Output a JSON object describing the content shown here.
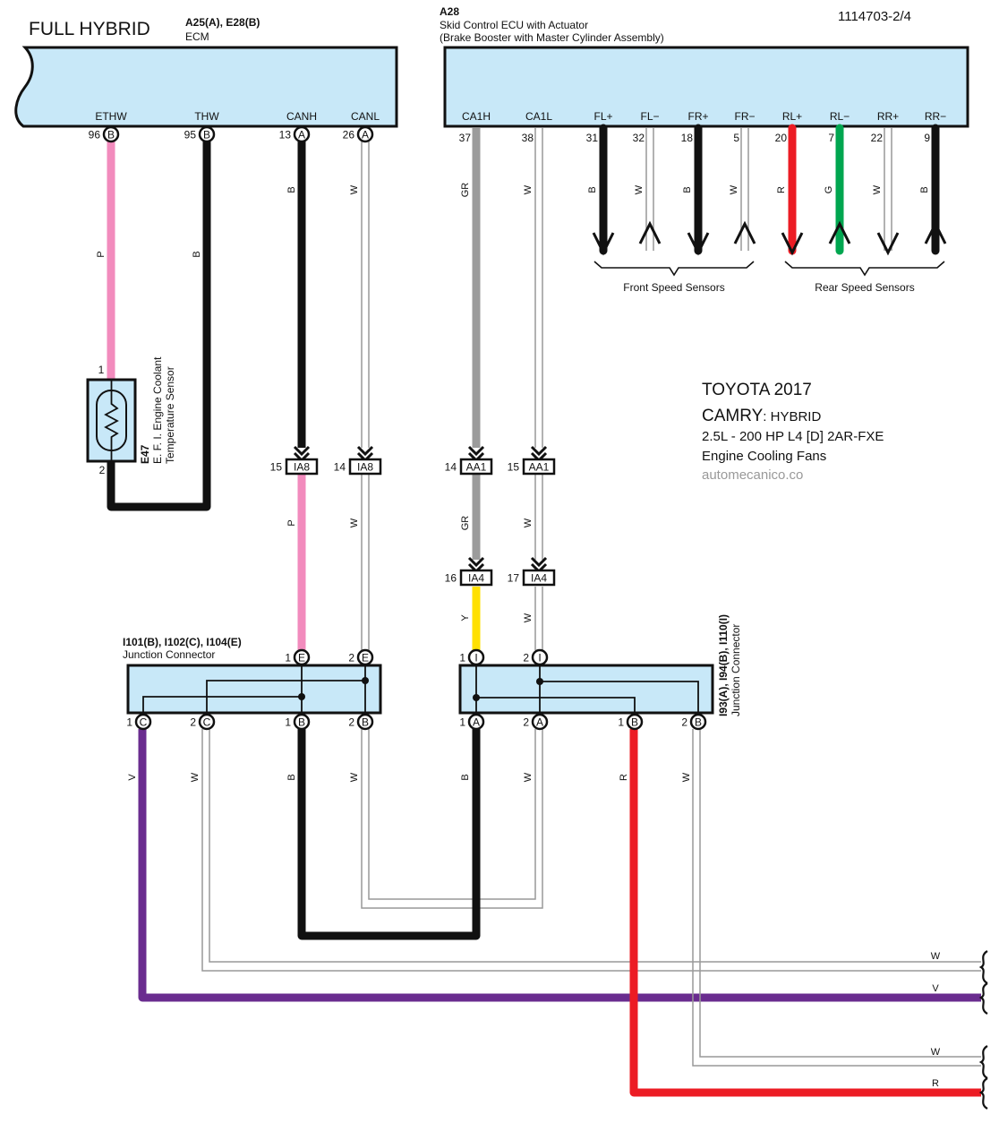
{
  "header": {
    "title": "FULL HYBRID",
    "diagram_id": "1114703-2/4"
  },
  "colors": {
    "component_fill": "#c8e8f8",
    "pink": "#f28bbd",
    "black": "#111111",
    "gray": "#9b9b9b",
    "red": "#ec1c24",
    "green": "#00a650",
    "yellow": "#ffe000",
    "violet": "#6a2c8f",
    "white_wire_edge": "#999999"
  },
  "ecm": {
    "code": "A25(A), E28(B)",
    "name": "ECM",
    "terminals": [
      {
        "name": "ETHW",
        "pin": "96",
        "connector": "B",
        "wire": "P"
      },
      {
        "name": "THW",
        "pin": "95",
        "connector": "B",
        "wire": "B"
      },
      {
        "name": "CANH",
        "pin": "13",
        "connector": "A",
        "wire": "B"
      },
      {
        "name": "CANL",
        "pin": "26",
        "connector": "A",
        "wire": "W"
      }
    ]
  },
  "skid_ecu": {
    "code": "A28",
    "name": "Skid Control ECU with Actuator",
    "subname": "(Brake Booster with Master Cylinder Assembly)",
    "terminals": [
      {
        "name": "CA1H",
        "pin": "37",
        "wire": "GR"
      },
      {
        "name": "CA1L",
        "pin": "38",
        "wire": "W"
      },
      {
        "name": "FL+",
        "pin": "31",
        "wire": "B"
      },
      {
        "name": "FL−",
        "pin": "32",
        "wire": "W"
      },
      {
        "name": "FR+",
        "pin": "18",
        "wire": "B"
      },
      {
        "name": "FR−",
        "pin": "5",
        "wire": "W"
      },
      {
        "name": "RL+",
        "pin": "20",
        "wire": "R"
      },
      {
        "name": "RL−",
        "pin": "7",
        "wire": "G"
      },
      {
        "name": "RR+",
        "pin": "22",
        "wire": "W"
      },
      {
        "name": "RR−",
        "pin": "9",
        "wire": "B"
      }
    ],
    "groups": {
      "front": "Front Speed Sensors",
      "rear": "Rear Speed Sensors"
    }
  },
  "sensor": {
    "code": "E47",
    "name": "E. F. I.  Engine Coolant",
    "name2": "Temperature Sensor",
    "pin_top": "1",
    "pin_bottom": "2"
  },
  "inline_connectors": [
    {
      "pin": "15",
      "id": "IA8"
    },
    {
      "pin": "14",
      "id": "IA8"
    },
    {
      "pin": "14",
      "id": "AA1"
    },
    {
      "pin": "15",
      "id": "AA1"
    },
    {
      "pin": "16",
      "id": "IA4"
    },
    {
      "pin": "17",
      "id": "IA4"
    }
  ],
  "mid_wires": {
    "canh_after_ia8": "P",
    "canl_after_ia8": "W",
    "ca1h_after_aa1": "GR",
    "ca1l_after_aa1": "W",
    "ca1h_after_ia4": "Y",
    "ca1l_after_ia4": "W"
  },
  "junction_left": {
    "code": "I101(B), I102(C), I104(E)",
    "name": "Junction Connector",
    "top_pins": [
      {
        "pin": "1",
        "connector": "E"
      },
      {
        "pin": "2",
        "connector": "E"
      }
    ],
    "bottom_pins": [
      {
        "pin": "1",
        "connector": "C",
        "wire": "V"
      },
      {
        "pin": "2",
        "connector": "C",
        "wire": "W"
      },
      {
        "pin": "1",
        "connector": "B",
        "wire": "B"
      },
      {
        "pin": "2",
        "connector": "B",
        "wire": "W"
      }
    ]
  },
  "junction_right": {
    "code": "I93(A), I94(B), I110(I)",
    "name": "Junction Connector",
    "top_pins": [
      {
        "pin": "1",
        "connector": "I"
      },
      {
        "pin": "2",
        "connector": "I"
      }
    ],
    "bottom_pins": [
      {
        "pin": "1",
        "connector": "A",
        "wire": "B"
      },
      {
        "pin": "2",
        "connector": "A",
        "wire": "W"
      },
      {
        "pin": "1",
        "connector": "B",
        "wire": "R"
      },
      {
        "pin": "2",
        "connector": "B",
        "wire": "W"
      }
    ]
  },
  "continuations": [
    {
      "wire": "W"
    },
    {
      "wire": "V"
    },
    {
      "wire": "W"
    },
    {
      "wire": "R"
    }
  ],
  "vehicle_info": {
    "make_year": "TOYOTA 2017",
    "model": "CAMRY",
    "variant": ": HYBRID",
    "engine": "2.5L - 200 HP  L4 [D] 2AR-FXE",
    "system": "Engine Cooling Fans",
    "source": "automecanico.co"
  }
}
